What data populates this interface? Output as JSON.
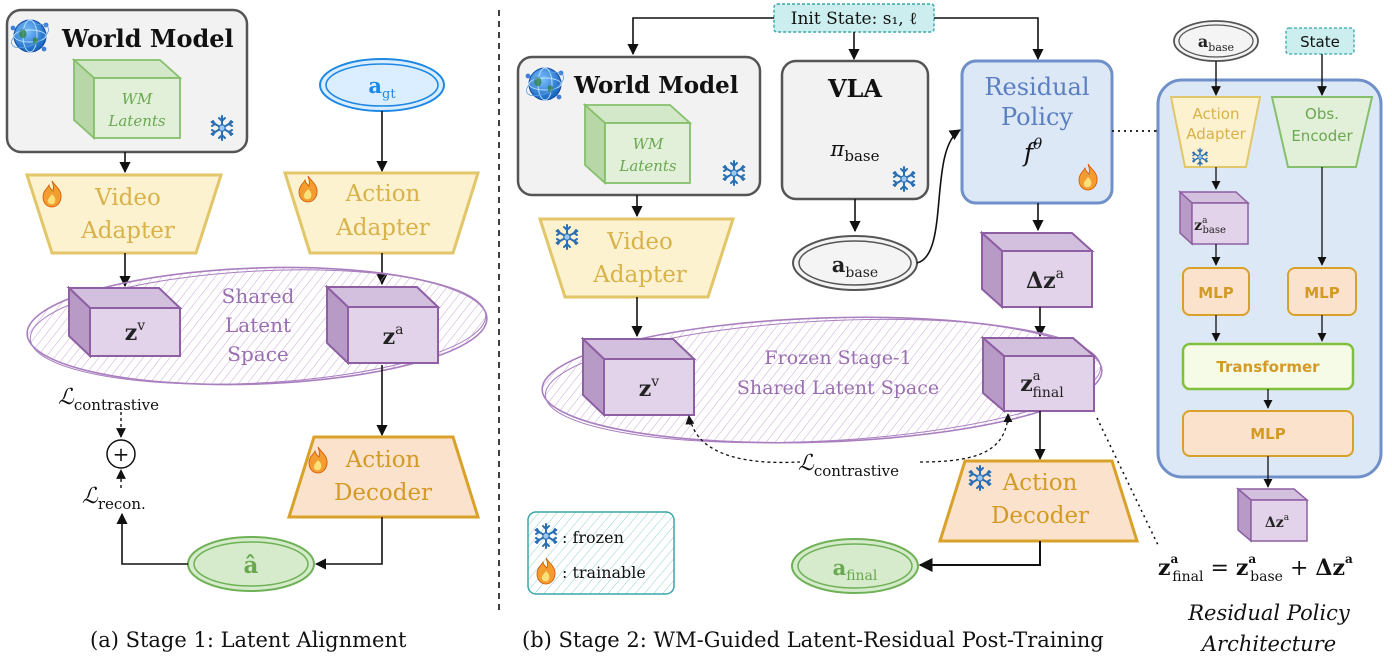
{
  "stage1": {
    "world_model": "World Model",
    "wm_latents_1": "WM",
    "wm_latents_2": "Latents",
    "video_adapter_1": "Video",
    "video_adapter_2": "Adapter",
    "a_gt_main": "a",
    "a_gt_sub": "gt",
    "action_adapter_1": "Action",
    "action_adapter_2": "Adapter",
    "shared_1": "Shared",
    "shared_2": "Latent",
    "shared_3": "Space",
    "zv_main": "z",
    "zv_sup": "v",
    "za_main": "z",
    "za_sup": "a",
    "l_contrastive_main": "ℒ",
    "l_contrastive_sub": "contrastive",
    "plus": "+",
    "l_recon_main": "ℒ",
    "l_recon_sub": "recon.",
    "action_decoder_1": "Action",
    "action_decoder_2": "Decoder",
    "a_hat": "â",
    "caption": "(a) Stage 1:  Latent Alignment"
  },
  "stage2": {
    "init_state": "Init State: s₁, ℓ",
    "world_model": "World Model",
    "wm_latents_1": "WM",
    "wm_latents_2": "Latents",
    "vla": "VLA",
    "pi_main": "π",
    "pi_sub": "base",
    "residual_1": "Residual",
    "residual_2": "Policy",
    "f_main": "f",
    "f_sup": "θ",
    "video_adapter_1": "Video",
    "video_adapter_2": "Adapter",
    "a_base_main": "a",
    "a_base_sub": "base",
    "dz_main": "Δz",
    "dz_sup": "a",
    "frozen_1": "Frozen Stage-1",
    "frozen_2": "Shared Latent Space",
    "zv_main": "z",
    "zv_sup": "v",
    "zf_main": "z",
    "zf_sup": "a",
    "zf_sub": "final",
    "l_contrastive_main": "ℒ",
    "l_contrastive_sub": "contrastive",
    "action_decoder_1": "Action",
    "action_decoder_2": "Decoder",
    "a_final_main": "a",
    "a_final_sub": "final",
    "legend_frozen": ": frozen",
    "legend_trainable": ": trainable",
    "caption": "(b) Stage 2: WM-Guided Latent-Residual Post-Training"
  },
  "arch": {
    "a_base_main": "a",
    "a_base_sub": "base",
    "state": "State",
    "action_adapter_1": "Action",
    "action_adapter_2": "Adapter",
    "obs_encoder_1": "Obs.",
    "obs_encoder_2": "Encoder",
    "zb_main": "z",
    "zb_sup": "a",
    "zb_sub": "base",
    "mlp_left": "MLP",
    "mlp_right": "MLP",
    "transformer": "Transformer",
    "mlp_bottom": "MLP",
    "dz_main": "Δz",
    "dz_sup": "a",
    "eq_z": "z",
    "eq_z_sup": "a",
    "eq_z_sub": "final",
    "eq_eq": " = ",
    "eq_zb": "z",
    "eq_zb_sup": "a",
    "eq_zb_sub": "base",
    "eq_plus": " + ",
    "eq_dz": "Δz",
    "eq_dz_sup": "a",
    "caption_1": "Residual Policy",
    "caption_2": "Architecture"
  },
  "icons": [
    "globe-icon",
    "snowflake-icon",
    "fire-icon"
  ],
  "colors": {
    "gray_box": "#f2f2f2",
    "adapter_fill": "#fdf2cf",
    "adapter_stroke": "#e2c66a",
    "decoder_fill": "#fbe2cc",
    "decoder_stroke": "#d9a12a",
    "cube_fill": "#e3d3ea",
    "cube_stroke": "#9f73b0",
    "green_fill": "#e2f0da",
    "green_stroke": "#86c06c",
    "blue_fill": "#dde8f7",
    "blue_stroke": "#6f90c8",
    "gt_blue": "#1e88e5"
  }
}
